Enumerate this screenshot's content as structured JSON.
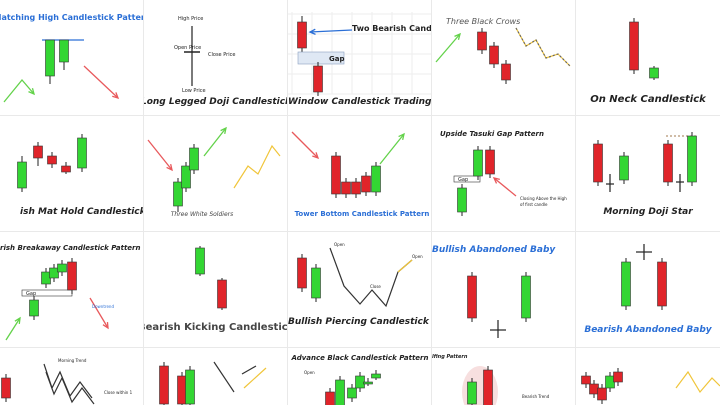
{
  "tiles": [
    {
      "id": "matching-high",
      "caption": "Matching High Candlestick Pattern",
      "caption_color": "#2b6fd6",
      "caption_style": "normal"
    },
    {
      "id": "long-legged-doji",
      "caption": "Long Legged Doji Candlestick",
      "caption_color": "#222222",
      "caption_style": "italic",
      "labels": {
        "high": "High Price",
        "open": "Open Price",
        "close": "Close Price",
        "low": "Low Price"
      }
    },
    {
      "id": "window",
      "caption": "Window Candlestick Trading",
      "caption_color": "#222222",
      "caption_style": "italic",
      "labels": {
        "callout": "Two Bearish Candle",
        "gap": "Gap"
      }
    },
    {
      "id": "three-black-crows",
      "caption": "Three Black Crows",
      "caption_color": "#555555",
      "caption_style": "italic"
    },
    {
      "id": "on-neck",
      "caption": "On Neck Candlestick",
      "caption_color": "#222222",
      "caption_style": "italic"
    },
    {
      "id": "mat-hold",
      "caption": "ish Mat Hold Candlestick Pattern",
      "caption_color": "#222222",
      "caption_style": "italic"
    },
    {
      "id": "three-white-soldiers",
      "caption": "Three White Soldiers",
      "caption_color": "#444444",
      "caption_style": "italic"
    },
    {
      "id": "tower-bottom",
      "caption": "Tower Bottom Candlestick Pattern",
      "caption_color": "#2b6fd6",
      "caption_style": "normal"
    },
    {
      "id": "upside-tasuki-gap",
      "caption": "Upside Tasuki Gap Pattern",
      "caption_color": "#222222",
      "caption_style": "italic",
      "labels": {
        "gap": "Gap",
        "note_line1": "Closing Above the High",
        "note_line2": "of first candle"
      }
    },
    {
      "id": "morning-doji-star",
      "caption": "Morning Doji Star",
      "caption_color": "#222222",
      "caption_style": "italic"
    },
    {
      "id": "breakaway",
      "caption": "rish Breakaway Candlestick Pattern",
      "caption_color": "#222222",
      "caption_style": "italic",
      "labels": {
        "gap": "Gap",
        "trend": "Downtrend"
      }
    },
    {
      "id": "bearish-kicking",
      "caption": "Bearish Kicking Candlestick",
      "caption_color": "#444444",
      "caption_style": "normal"
    },
    {
      "id": "bullish-piercing",
      "caption": "Bullish Piercing Candlestick Pattern",
      "caption_color": "#222222",
      "caption_style": "italic",
      "labels": {
        "open": "Open",
        "close": "Close"
      }
    },
    {
      "id": "bullish-abandoned-baby",
      "caption": "Bullish Abandoned Baby",
      "caption_color": "#2b6fd6",
      "caption_style": "italic"
    },
    {
      "id": "bearish-abandoned-baby",
      "caption": "Bearish Abandoned Baby",
      "caption_color": "#2b6fd6",
      "caption_style": "italic"
    },
    {
      "id": "morning-trend",
      "caption": "",
      "caption_color": "#222222",
      "caption_style": "italic",
      "labels": {
        "trend": "Morning Trend",
        "close": "Close within 1"
      }
    },
    {
      "id": "tile-17",
      "caption": "",
      "caption_color": "#222222",
      "caption_style": "italic"
    },
    {
      "id": "advance-black",
      "caption": "Advance Black Candlestick Pattern",
      "caption_color": "#222222",
      "caption_style": "italic",
      "labels": {
        "open": "Open"
      }
    },
    {
      "id": "engulfing",
      "caption": "",
      "caption_color": "#222222",
      "caption_style": "italic",
      "labels": {
        "pattern": "lfing Pattern",
        "trend": "Bearish Trend"
      }
    },
    {
      "id": "tile-20",
      "caption": "",
      "caption_color": "#222222",
      "caption_style": "italic"
    }
  ],
  "colors": {
    "bull": "#33d633",
    "bear": "#e0242a",
    "uptrend": "#63d24a",
    "downtrend": "#e8595c",
    "yellow": "#f0c53a",
    "wick": "#222222"
  }
}
